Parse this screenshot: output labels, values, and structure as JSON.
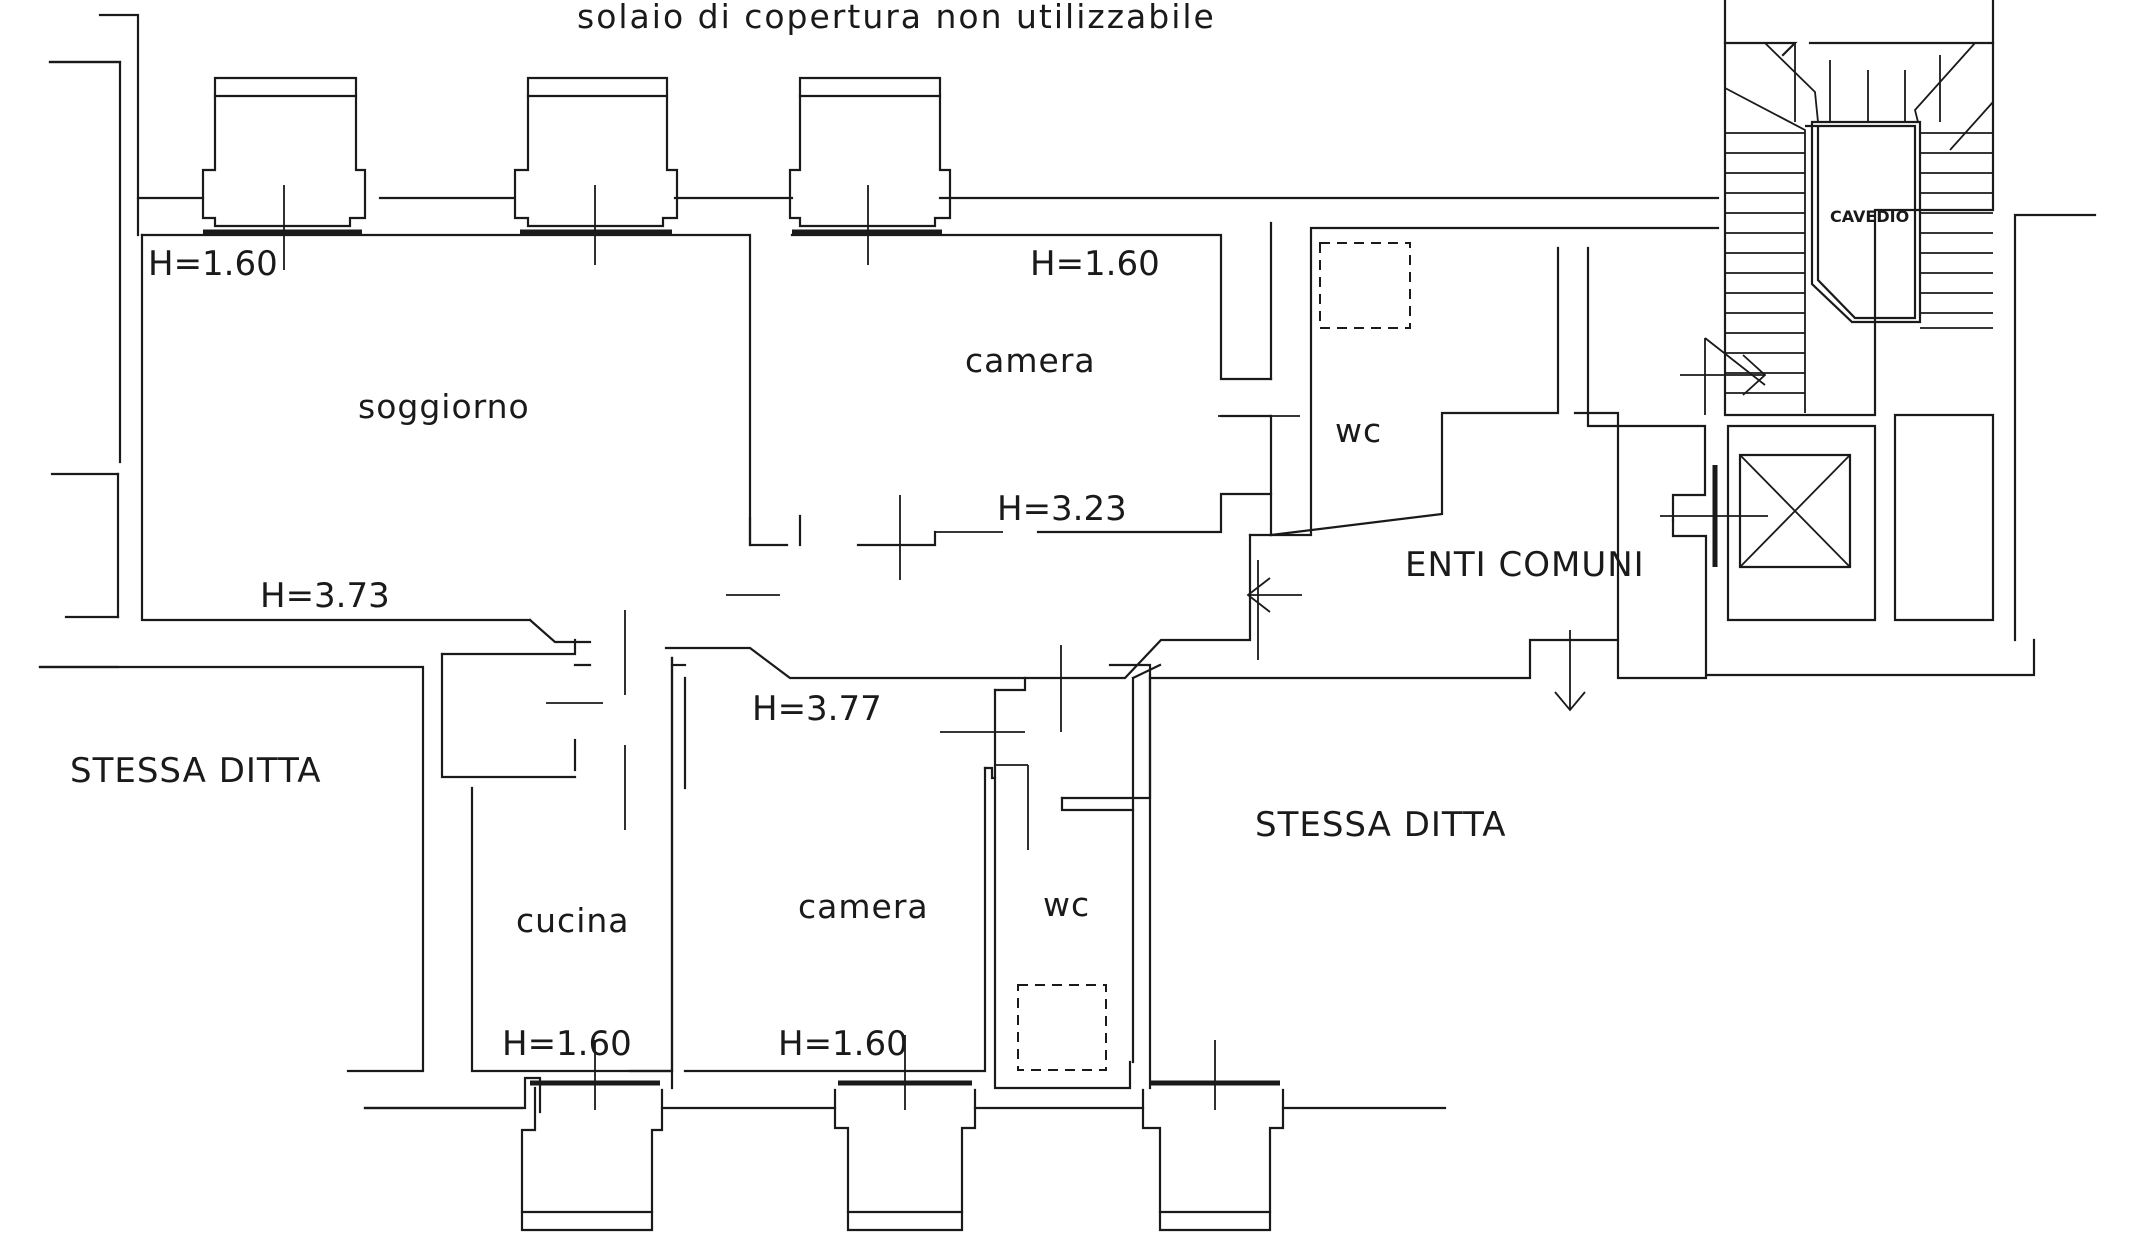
{
  "notes": {
    "roof": "solaio di copertura non utilizzabile"
  },
  "rooms": {
    "soggiorno": "soggiorno",
    "camera_top": "camera",
    "wc_top": "wc",
    "enti_comuni": "ENTI COMUNI",
    "cucina": "cucina",
    "camera_bottom": "camera",
    "wc_bottom": "wc",
    "stessa_ditta_left": "STESSA DITTA",
    "stessa_ditta_right": "STESSA DITTA",
    "cavedio": "CAVEDIO"
  },
  "heights": {
    "top_left": "H=1.60",
    "top_mid": "H=1.60",
    "corridor_top": "H=3.23",
    "soggiorno": "H=3.73",
    "camera_bottom": "H=3.77",
    "bottom_left": "H=1.60",
    "bottom_mid": "H=1.60"
  }
}
